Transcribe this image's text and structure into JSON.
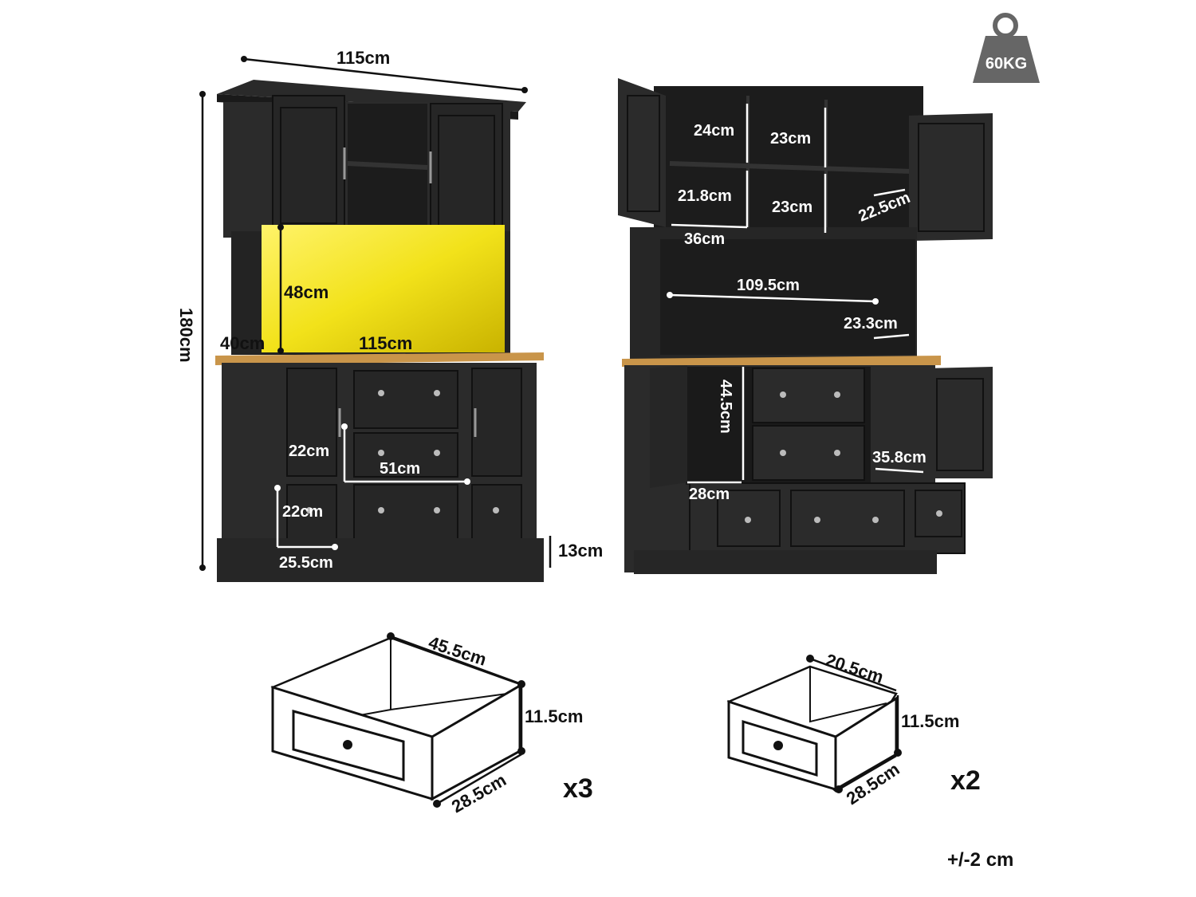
{
  "weight_badge": {
    "label": "60KG",
    "icon": "weight-icon",
    "color": "#666666"
  },
  "front_view": {
    "width_top": "115cm",
    "height_total": "180cm",
    "niche_height": "48cm",
    "depth": "40cm",
    "counter_width": "115cm",
    "drawer_height_upper": "22cm",
    "drawer_width": "51cm",
    "drawer_height_lower": "22cm",
    "side_drawer_width": "25.5cm",
    "base_height": "13cm"
  },
  "open_view": {
    "upper_shelf_h1": "24cm",
    "upper_shelf_h2": "23cm",
    "upper_shelf_h3": "21.8cm",
    "upper_shelf_h4": "23cm",
    "upper_shelf_depth": "22.5cm",
    "upper_shelf_width": "36cm",
    "niche_width": "109.5cm",
    "niche_depth": "23.3cm",
    "lower_cabinet_height": "44.5cm",
    "lower_cabinet_depth": "35.8cm",
    "lower_cabinet_width": "28cm"
  },
  "drawer_large": {
    "width": "45.5cm",
    "height": "11.5cm",
    "depth": "28.5cm",
    "count": "x3"
  },
  "drawer_small": {
    "width": "20.5cm",
    "height": "11.5cm",
    "depth": "28.5cm",
    "count": "x2"
  },
  "tolerance": "+/-2 cm",
  "colors": {
    "cabinet": "#2b2b2b",
    "cabinet_dark": "#1c1c1c",
    "wood_top": "#c9954a",
    "led": "#f2e21a"
  }
}
